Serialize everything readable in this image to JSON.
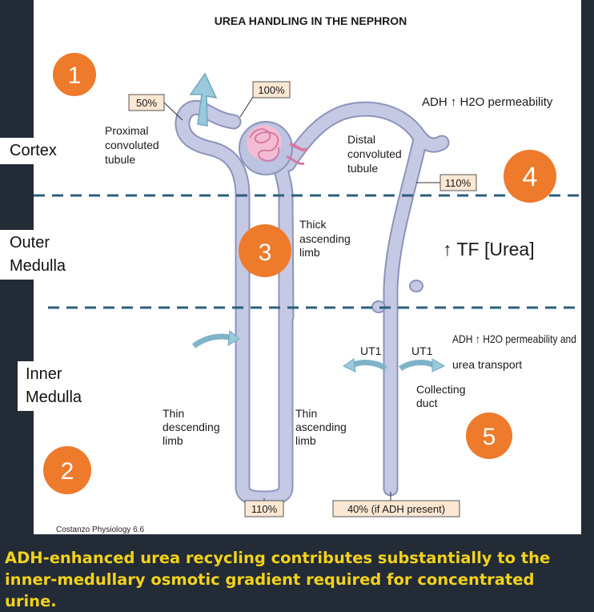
{
  "title": "UREA HANDLING IN THE NEPHRON",
  "regions": {
    "cortex": "Cortex",
    "outer_medulla": [
      "Outer",
      "Medulla"
    ],
    "inner_medulla": [
      "Inner",
      "Medulla"
    ]
  },
  "step_badges": [
    "1",
    "2",
    "3",
    "4",
    "5"
  ],
  "percent_boxes": {
    "proximal_start": "50%",
    "filtered": "100%",
    "distal": "110%",
    "loop_bend": "110%",
    "collecting_end": "40% (if ADH present)"
  },
  "segment_labels": {
    "proximal": [
      "Proximal",
      "convoluted",
      "tubule"
    ],
    "distal": [
      "Distal",
      "convoluted",
      "tubule"
    ],
    "thick_ascending": [
      "Thick",
      "ascending",
      "limb"
    ],
    "thin_descending": [
      "Thin",
      "descending",
      "limb"
    ],
    "thin_ascending": [
      "Thin",
      "ascending",
      "limb"
    ],
    "collecting": [
      "Collecting",
      "duct"
    ]
  },
  "transporters": [
    "UT1",
    "UT1"
  ],
  "annotations": {
    "adh_cortex": "ADH ↑ H2O permeability",
    "tf_urea": "↑ TF [Urea]",
    "adh_inner": [
      "ADH ↑ H2O permeability and",
      "urea transport"
    ]
  },
  "source": "Costanzo Physiology 6.6",
  "caption": "ADH-enhanced urea recycling contributes substantially to the inner-medullary osmotic gradient required for concentrated urine.",
  "colors": {
    "tubule_fill": "#c5c9e3",
    "tubule_stroke": "#8d93bc",
    "badge": "#ee7a2c",
    "dashed_line": "#2c5f7c",
    "arrow": "#9ac9dc",
    "box_fill": "#fbe7d2",
    "caption": "#f2d21a"
  }
}
